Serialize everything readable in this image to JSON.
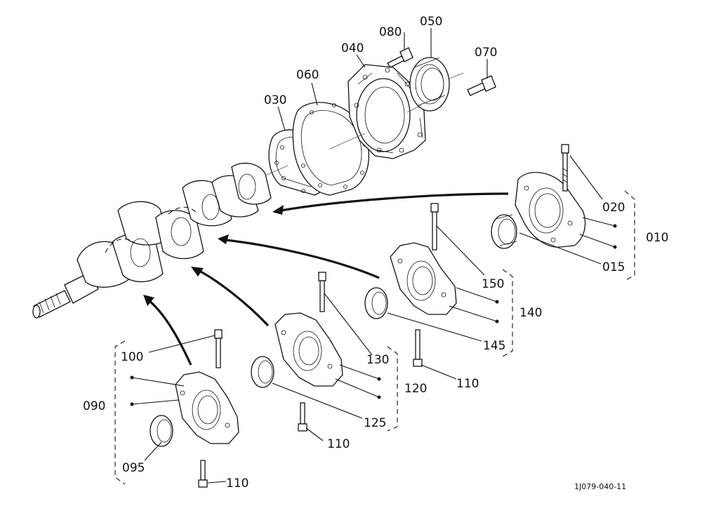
{
  "diagram": {
    "part_labels": {
      "p010": "010",
      "p015": "015",
      "p020": "020",
      "p030": "030",
      "p040": "040",
      "p050": "050",
      "p060": "060",
      "p070": "070",
      "p080": "080",
      "p090": "090",
      "p095": "095",
      "p100": "100",
      "p110a": "110",
      "p110b": "110",
      "p110c": "110",
      "p120": "120",
      "p125": "125",
      "p130": "130",
      "p140": "140",
      "p145": "145",
      "p150": "150"
    },
    "reference_code": "1J079-040-11"
  }
}
